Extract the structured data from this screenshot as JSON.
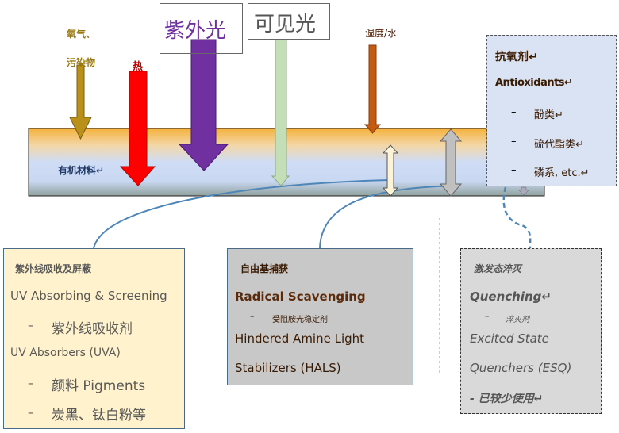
{
  "top_labels": {
    "oxygen": "氧气、",
    "pollutants": "污染物",
    "heat": "热",
    "uv_light": "紫外光",
    "visible_light": "可见光",
    "humidity": "湿度/水",
    "material": "有机材料↵"
  },
  "antioxidants_box": {
    "title_cn": "抗氧剂↵",
    "title_en": "Antioxidants↵",
    "items": [
      "酚类↵",
      "硫代酯类↵",
      "磷系, etc.↵"
    ],
    "bullet": "–"
  },
  "uv_box": {
    "title_cn": "紫外线吸收及屏蔽",
    "title_en": "UV Absorbing & Screening",
    "item1": "紫外线吸收剂",
    "subtitle": "UV Absorbers (UVA)",
    "item2": "颜料  Pigments",
    "item3": "炭黑、钛白粉等",
    "bullet": "–"
  },
  "radical_box": {
    "title_cn": "自由基捕获",
    "title_en": "Radical Scavenging",
    "item1": "受阻胺光稳定剂",
    "line1": "Hindered Amine Light",
    "line2": "Stabilizers (HALS)",
    "bullet": "–"
  },
  "quench_box": {
    "title_cn": "激发态淬灭",
    "title_en": "Quenching↵",
    "item1": "淬灭剂",
    "line1": "Excited State",
    "line2": "Quenchers (ESQ)",
    "note": "- 已较少使用↵",
    "bullet": "–"
  },
  "colors": {
    "oxygen_arrow": "#b8901a",
    "heat_arrow": "#ff0000",
    "uv_arrow": "#7030a0",
    "visible_arrow": "#c4dfb8",
    "humidity_arrow": "#c55a11",
    "uv_box_bg": "#fff2cc",
    "radical_box_bg": "#c8c8c8",
    "quench_box_bg": "#d9d9d9",
    "antioxidant_box_bg": "#dae3f3"
  }
}
